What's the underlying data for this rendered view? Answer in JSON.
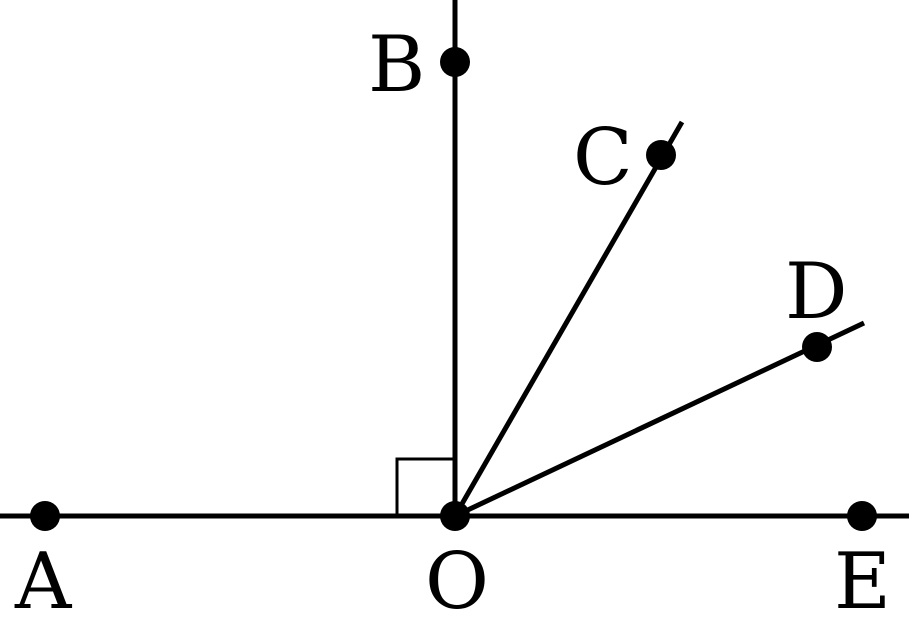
{
  "figure": {
    "points": {
      "A": "A",
      "B": "B",
      "C": "C",
      "D": "D",
      "E": "E",
      "O": "O"
    },
    "right_angle_at": "O",
    "colors": {
      "stroke": "#000000",
      "background": "#ffffff"
    }
  }
}
